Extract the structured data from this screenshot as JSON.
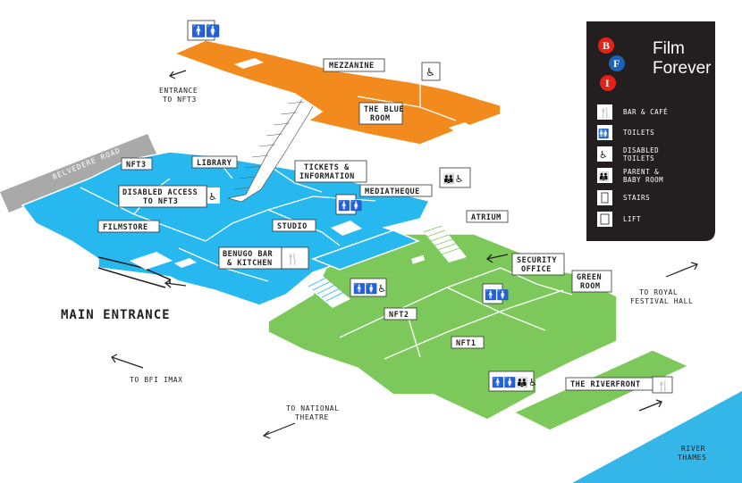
{
  "floors": {
    "mezzanine": {
      "label": "MEZZANINE",
      "color": "#f28a1e"
    },
    "ground": {
      "color": "#28b8f0"
    },
    "lower": {
      "color": "#7cc85a"
    }
  },
  "labels": {
    "mezzanine": "MEZZANINE",
    "blue_room_1": "THE BLUE",
    "blue_room_2": "ROOM",
    "nft3": "NFT3",
    "library": "LIBRARY",
    "tickets_1": "TICKETS &",
    "tickets_2": "INFORMATION",
    "disabled_access_1": "DISABLED ACCESS",
    "disabled_access_2": "TO NFT3",
    "mediatheque": "MEDIATHEQUE",
    "studio": "STUDIO",
    "filmstore": "FILMSTORE",
    "benugo_1": "BENUGO BAR",
    "benugo_2": "& KITCHEN",
    "atrium": "ATRIUM",
    "security_1": "SECURITY",
    "security_2": "OFFICE",
    "green_room_1": "GREEN",
    "green_room_2": "ROOM",
    "nft2": "NFT2",
    "nft1": "NFT1",
    "riverfront": "THE RIVERFRONT"
  },
  "directions": {
    "entrance_nft3_1": "ENTRANCE",
    "entrance_nft3_2": "TO NFT3",
    "main_entrance": "MAIN ENTRANCE",
    "bfi_imax": "TO BFI IMAX",
    "national_1": "TO NATIONAL",
    "national_2": "THEATRE",
    "royal_1": "TO ROYAL",
    "royal_2": "FESTIVAL HALL",
    "river_1": "RIVER",
    "river_2": "THAMES",
    "road": "BELVEDERE ROAD"
  },
  "legend": {
    "brand_1": "Film",
    "brand_2": "Forever",
    "logo_letters": [
      "B",
      "F",
      "I"
    ],
    "items": [
      {
        "icon": "bar-cafe-icon",
        "text": [
          "BAR & CAFÉ"
        ]
      },
      {
        "icon": "toilets-icon",
        "text": [
          "TOILETS"
        ]
      },
      {
        "icon": "disabled-toilets-icon",
        "text": [
          "DISABLED",
          "TOILETS"
        ]
      },
      {
        "icon": "parent-baby-room-icon",
        "text": [
          "PARENT &",
          "BABY ROOM"
        ]
      },
      {
        "icon": "stairs-icon",
        "text": [
          "STAIRS"
        ]
      },
      {
        "icon": "lift-icon",
        "text": [
          "LIFT"
        ]
      }
    ],
    "bg": "#231f20",
    "logo_colors": [
      "#e2231a",
      "#1a62b4"
    ]
  }
}
